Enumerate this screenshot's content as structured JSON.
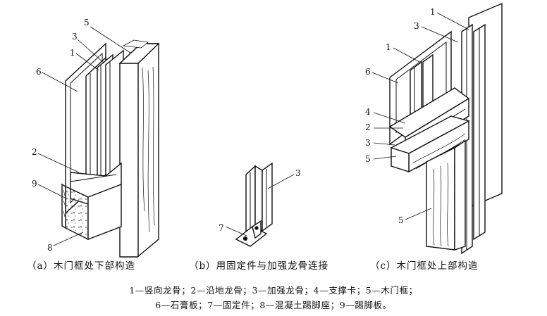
{
  "figure": {
    "panel_a": {
      "caption": "（a）木门框处下部构造",
      "callouts": [
        "5",
        "3",
        "1",
        "6",
        "2",
        "9",
        "8"
      ]
    },
    "panel_b": {
      "caption": "（b）用固定件与加强龙骨连接",
      "callouts": [
        "3",
        "7"
      ]
    },
    "panel_c": {
      "caption": "（c）木门框处上部构造",
      "callouts": [
        "1",
        "3",
        "1",
        "6",
        "4",
        "2",
        "3",
        "5",
        "5"
      ]
    },
    "legend": {
      "line1": "1—竖向龙骨；2—沿地龙骨；3—加强龙骨；4—支撑卡；5—木门框；",
      "line2": "6—石膏板；7—固定件；8—混凝土踢脚座；9—踢脚板。"
    }
  }
}
